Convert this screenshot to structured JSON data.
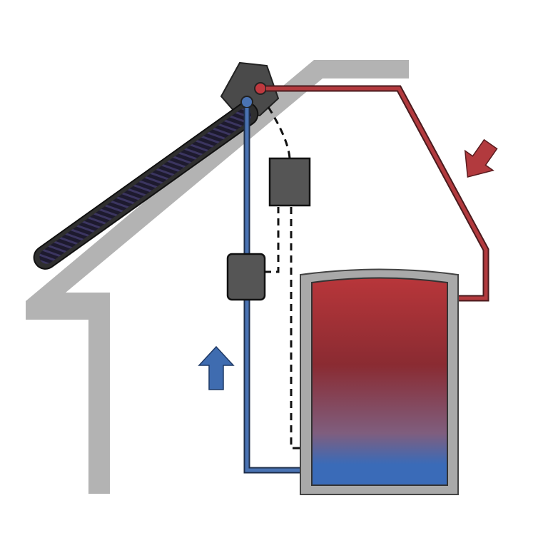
{
  "diagram": {
    "description_visible_text": [],
    "components": {
      "collector": "evacuated-tube-collector",
      "controller": "controller-unit",
      "pump": "pump-station",
      "tank": "storage-tank"
    },
    "flows": {
      "hot_flow": "red",
      "cold_return": "blue"
    },
    "colors": {
      "roof": "#b3b3b3",
      "hot_pipe": "#b23a3e",
      "cold_pipe": "#4a73b3",
      "collector_frame": "#3a3a3a",
      "collector_tubes": "#2a2440",
      "box": "#505050",
      "tank_hot": "#b8363a",
      "tank_cold": "#3a6bb8",
      "tank_shell": "#a9a9a9"
    },
    "icons": [
      "down-arrow-icon",
      "up-arrow-icon"
    ]
  }
}
